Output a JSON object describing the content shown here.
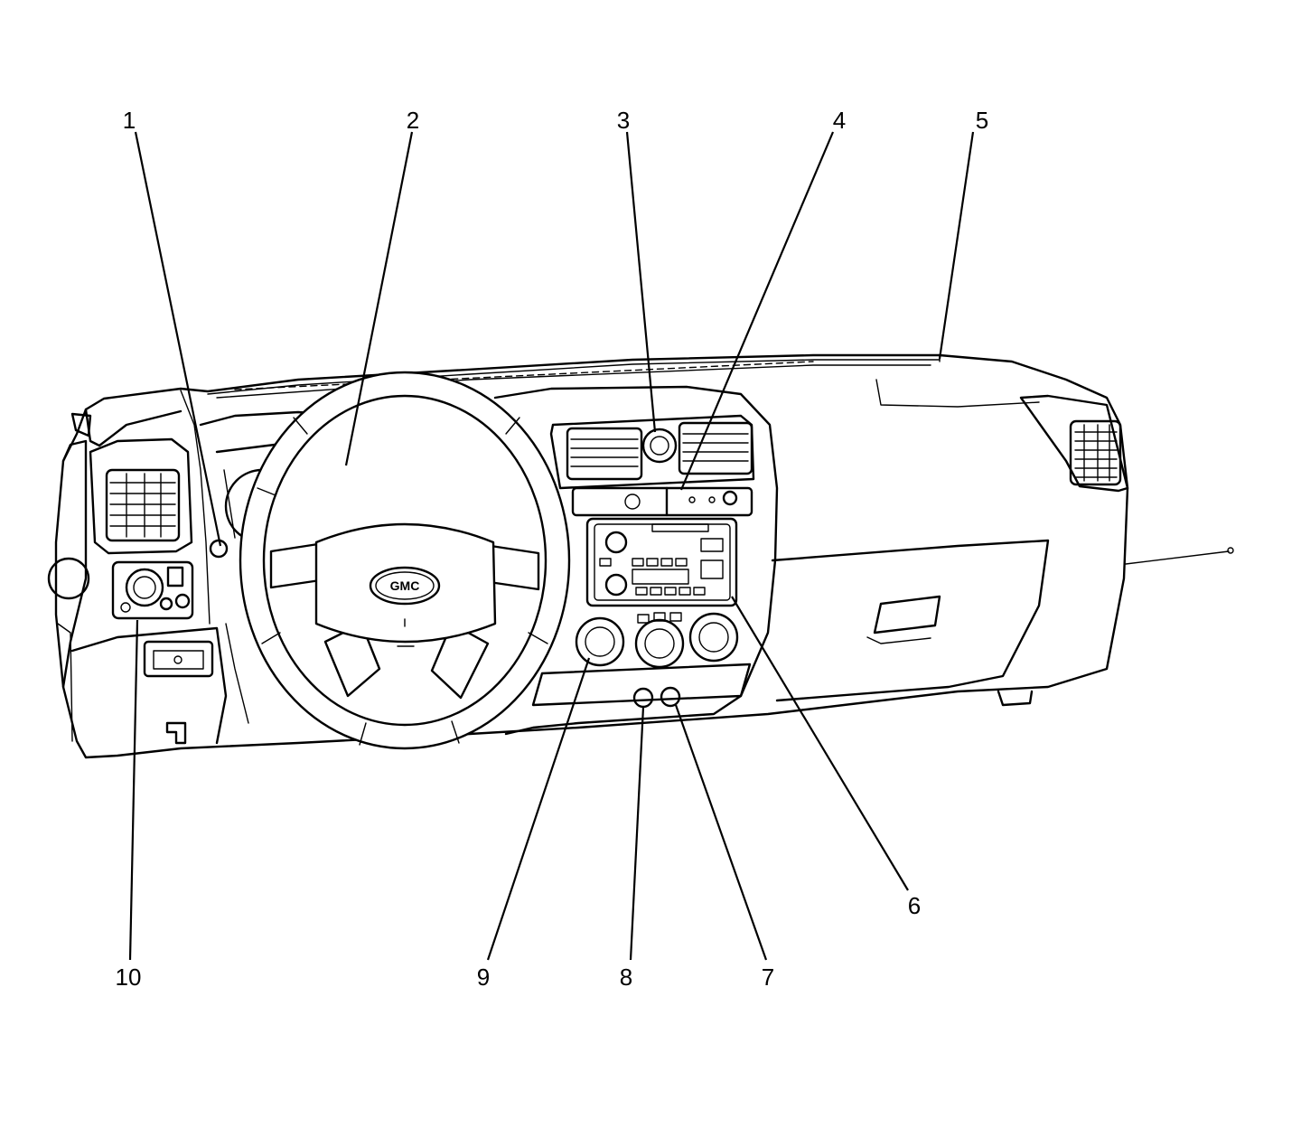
{
  "diagram": {
    "callouts": [
      {
        "id": "1",
        "label": "1"
      },
      {
        "id": "2",
        "label": "2"
      },
      {
        "id": "3",
        "label": "3"
      },
      {
        "id": "4",
        "label": "4"
      },
      {
        "id": "5",
        "label": "5"
      },
      {
        "id": "6",
        "label": "6"
      },
      {
        "id": "7",
        "label": "7"
      },
      {
        "id": "8",
        "label": "8"
      },
      {
        "id": "9",
        "label": "9"
      },
      {
        "id": "10",
        "label": "10"
      }
    ],
    "steering_badge": "GMC"
  }
}
